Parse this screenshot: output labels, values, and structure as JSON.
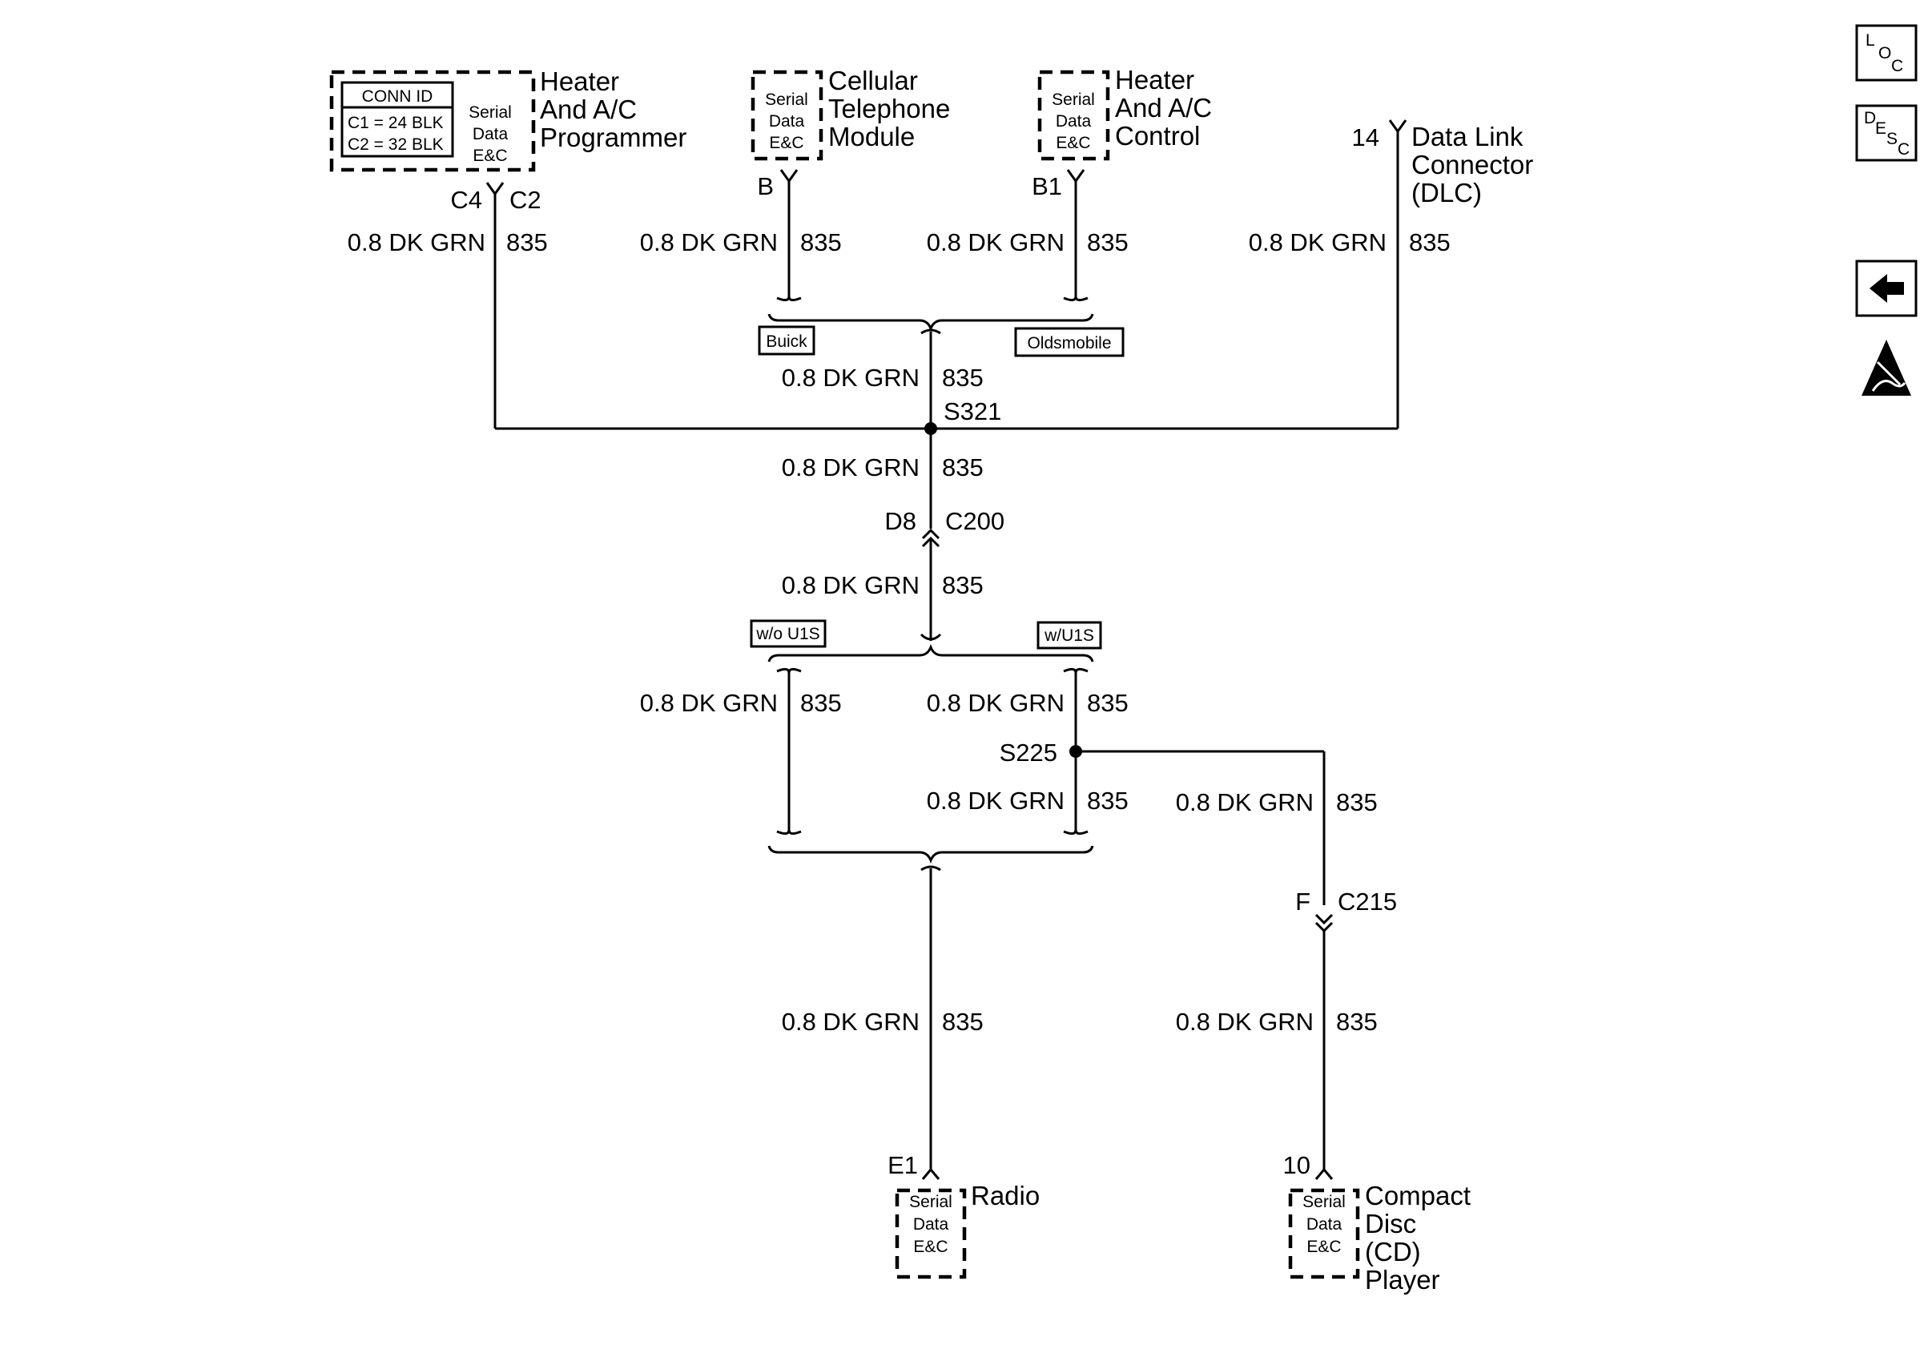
{
  "modules": {
    "hvac_programmer": {
      "name_lines": [
        "Heater",
        "And A/C",
        "Programmer"
      ],
      "conn_id_title": "CONN ID",
      "conn_id_rows": [
        "C1 = 24 BLK",
        "C2 = 32 BLK"
      ],
      "serial_lines": [
        "Serial",
        "Data",
        "E&C"
      ],
      "pin_left": "C4",
      "pin_right": "C2"
    },
    "cellular": {
      "name_lines": [
        "Cellular",
        "Telephone",
        "Module"
      ],
      "serial_lines": [
        "Serial",
        "Data",
        "E&C"
      ],
      "pin": "B"
    },
    "hvac_control": {
      "name_lines": [
        "Heater",
        "And A/C",
        "Control"
      ],
      "serial_lines": [
        "Serial",
        "Data",
        "E&C"
      ],
      "pin": "B1"
    },
    "dlc": {
      "name_lines": [
        "Data Link",
        "Connector",
        "(DLC)"
      ],
      "pin": "14"
    },
    "radio": {
      "name_lines": [
        "Radio"
      ],
      "serial_lines": [
        "Serial",
        "Data",
        "E&C"
      ],
      "pin": "E1"
    },
    "cd_player": {
      "name_lines": [
        "Compact",
        "Disc",
        "(CD)",
        "Player"
      ],
      "serial_lines": [
        "Serial",
        "Data",
        "E&C"
      ],
      "pin": "10"
    }
  },
  "wire": {
    "gauge_color": "0.8 DK GRN",
    "circuit": "835"
  },
  "splices": {
    "s321": "S321",
    "s225": "S225"
  },
  "connectors": {
    "c200": {
      "name": "C200",
      "pin": "D8"
    },
    "c215": {
      "name": "C215",
      "pin": "F"
    }
  },
  "options": {
    "buick": "Buick",
    "oldsmobile": "Oldsmobile",
    "without_u1s": "w/o U1S",
    "with_u1s": "w/U1S"
  },
  "nav": {
    "loc": {
      "letters": [
        "L",
        "O",
        "C"
      ]
    },
    "desc": {
      "letters": [
        "D",
        "E",
        "S",
        "C"
      ]
    },
    "back_icon": "left-arrow-icon",
    "esd_icon": "esd-warning-icon"
  }
}
